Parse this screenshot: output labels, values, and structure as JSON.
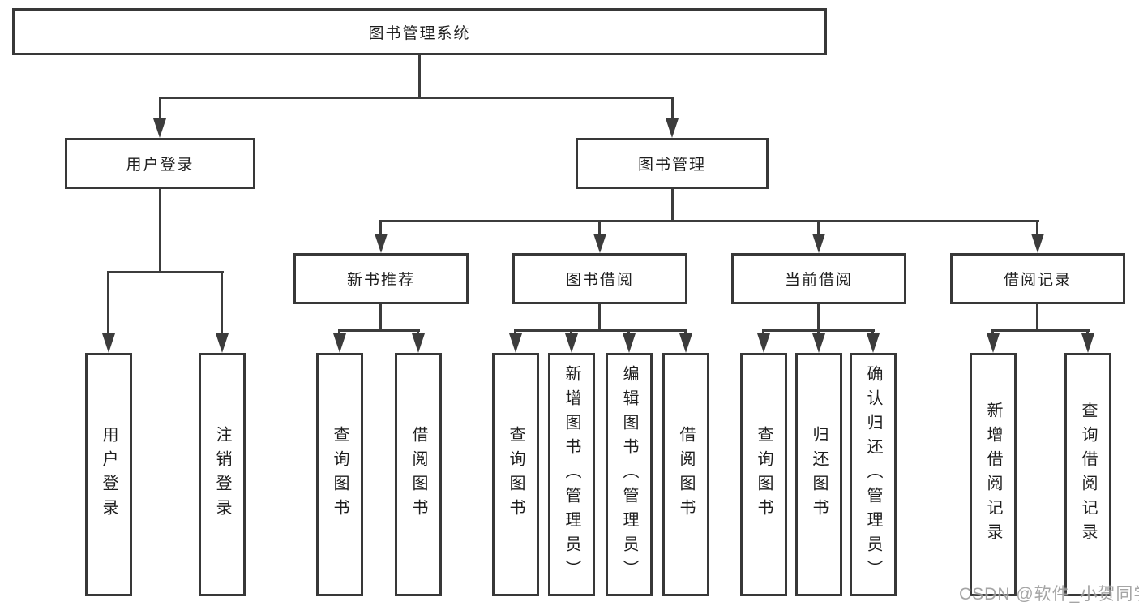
{
  "diagram": {
    "type": "hierarchy-tree",
    "direction": "top-down",
    "colors": {
      "line": "#3c3c3c",
      "box_border": "#383838",
      "box_fill": "#ffffff",
      "text": "#1e1e1e",
      "background": "#ffffff",
      "watermark": "#9c9c9c"
    }
  },
  "nodes": {
    "root": "图书管理系统",
    "user_login": "用户登录",
    "book_management": "图书管理",
    "new_book_recommend": "新书推荐",
    "book_borrow": "图书借阅",
    "current_borrow": "当前借阅",
    "borrow_records": "借阅记录",
    "leaf_user_login": "用户登录",
    "leaf_logout": "注销登录",
    "leaf_rec_query": "查询图书",
    "leaf_rec_borrow": "借阅图书",
    "leaf_bb_query": "查询图书",
    "leaf_bb_add": "新增图书（管理员）",
    "leaf_bb_edit": "编辑图书（管理员）",
    "leaf_bb_borrow": "借阅图书",
    "leaf_cb_query": "查询图书",
    "leaf_cb_return": "归还图书",
    "leaf_cb_confirm": "确认归还（管理员）",
    "leaf_br_add": "新增借阅记录",
    "leaf_br_query": "查询借阅记录"
  },
  "hierarchy": {
    "label": "图书管理系统",
    "children": [
      {
        "label": "用户登录",
        "children": [
          {
            "label": "用户登录"
          },
          {
            "label": "注销登录"
          }
        ]
      },
      {
        "label": "图书管理",
        "children": [
          {
            "label": "新书推荐",
            "children": [
              {
                "label": "查询图书"
              },
              {
                "label": "借阅图书"
              }
            ]
          },
          {
            "label": "图书借阅",
            "children": [
              {
                "label": "查询图书"
              },
              {
                "label": "新增图书（管理员）"
              },
              {
                "label": "编辑图书（管理员）"
              },
              {
                "label": "借阅图书"
              }
            ]
          },
          {
            "label": "当前借阅",
            "children": [
              {
                "label": "查询图书"
              },
              {
                "label": "归还图书"
              },
              {
                "label": "确认归还（管理员）"
              }
            ]
          },
          {
            "label": "借阅记录",
            "children": [
              {
                "label": "新增借阅记录"
              },
              {
                "label": "查询借阅记录"
              }
            ]
          }
        ]
      }
    ]
  },
  "watermark": "CSDN @软件_小贺同学"
}
